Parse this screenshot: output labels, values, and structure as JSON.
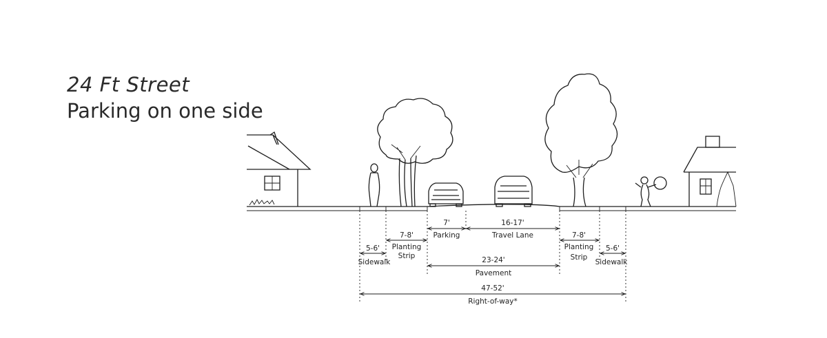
{
  "title": {
    "main": "24 Ft Street",
    "subtitle": "Parking on one side"
  },
  "dimensions": {
    "parking": "7'",
    "parking_label": "Parking",
    "travel_lane": "16-17'",
    "travel_lane_label": "Travel Lane",
    "planting_left": "7-8'",
    "planting_left_label_1": "Planting",
    "planting_left_label_2": "Strip",
    "planting_right": "7-8'",
    "planting_right_label_1": "Planting",
    "planting_right_label_2": "Strip",
    "sidewalk_left": "5-6'",
    "sidewalk_left_label": "Sidewalk",
    "sidewalk_right": "5-6'",
    "sidewalk_right_label": "Sidewalk",
    "pavement": "23-24'",
    "pavement_label": "Pavement",
    "right_of_way": "47-52'",
    "right_of_way_label": "Right-of-way*"
  },
  "icons": [
    "house-icon",
    "tree-icon",
    "car-icon",
    "pedestrian-icon",
    "child-icon"
  ]
}
